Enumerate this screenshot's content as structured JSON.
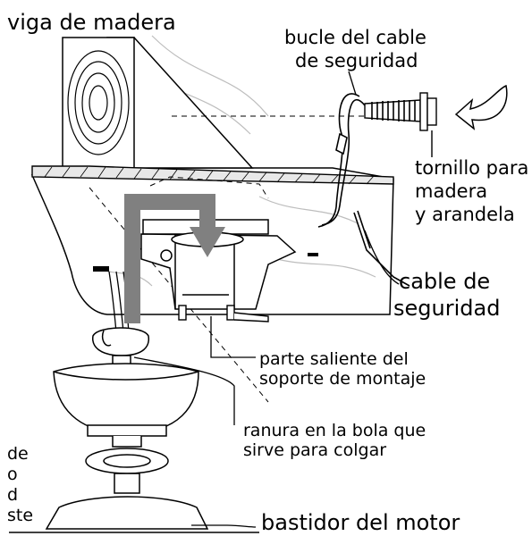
{
  "labels": {
    "wood_beam": "viga de madera",
    "safety_loop_1": "bucle del cable",
    "safety_loop_2": "de seguridad",
    "screw_1": "tornillo para",
    "screw_2": "madera",
    "screw_3": "y arandela",
    "cable_1": "cable de",
    "cable_2": "seguridad",
    "protrusion_1": "parte saliente del",
    "protrusion_2": "soporte de montaje",
    "slot_1": "ranura en la bola que",
    "slot_2": "sirve para colgar",
    "left_cut_1": "de",
    "left_cut_2": "o",
    "left_cut_3": "d",
    "left_cut_4": "ste",
    "motor": "bastidor del motor"
  },
  "colors": {
    "arrow": "#808080",
    "line": "#000000",
    "wood_grain": "#bdbdbd"
  }
}
